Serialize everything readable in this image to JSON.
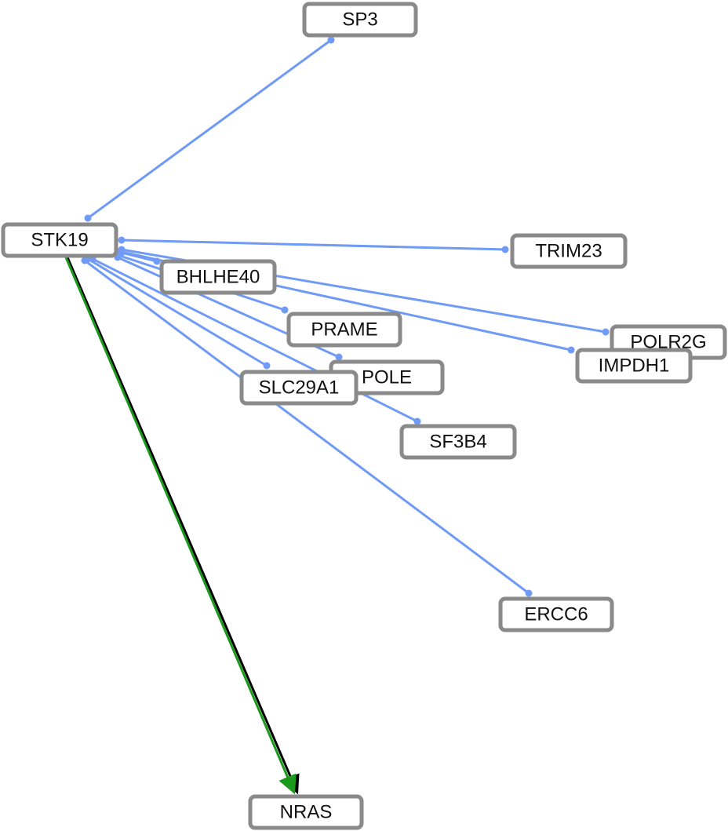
{
  "colors": {
    "interaction_edge": "#6f9af5",
    "regulation_edge_black": "#000000",
    "regulation_edge_green": "#1a9a1a",
    "node_border": "#8a8a8a",
    "node_fill": "#ffffff"
  },
  "nodes": [
    {
      "id": "SP3",
      "label": "SP3"
    },
    {
      "id": "STK19",
      "label": "STK19"
    },
    {
      "id": "TRIM23",
      "label": "TRIM23"
    },
    {
      "id": "BHLHE40",
      "label": "BHLHE40"
    },
    {
      "id": "PRAME",
      "label": "PRAME"
    },
    {
      "id": "POLR2G",
      "label": "POLR2G"
    },
    {
      "id": "IMPDH1",
      "label": "IMPDH1"
    },
    {
      "id": "POLE",
      "label": "POLE"
    },
    {
      "id": "SLC29A1",
      "label": "SLC29A1"
    },
    {
      "id": "SF3B4",
      "label": "SF3B4"
    },
    {
      "id": "ERCC6",
      "label": "ERCC6"
    },
    {
      "id": "NRAS",
      "label": "NRAS"
    }
  ],
  "edges": [
    {
      "source": "STK19",
      "target": "SP3",
      "kind": "interaction"
    },
    {
      "source": "STK19",
      "target": "TRIM23",
      "kind": "interaction"
    },
    {
      "source": "STK19",
      "target": "BHLHE40",
      "kind": "interaction"
    },
    {
      "source": "STK19",
      "target": "POLR2G",
      "kind": "interaction"
    },
    {
      "source": "STK19",
      "target": "IMPDH1",
      "kind": "interaction"
    },
    {
      "source": "STK19",
      "target": "PRAME",
      "kind": "interaction"
    },
    {
      "source": "STK19",
      "target": "POLE",
      "kind": "interaction"
    },
    {
      "source": "STK19",
      "target": "SLC29A1",
      "kind": "interaction"
    },
    {
      "source": "STK19",
      "target": "SF3B4",
      "kind": "interaction"
    },
    {
      "source": "STK19",
      "target": "ERCC6",
      "kind": "interaction"
    },
    {
      "source": "STK19",
      "target": "NRAS",
      "kind": "regulation-black"
    },
    {
      "source": "STK19",
      "target": "NRAS",
      "kind": "regulation-green"
    }
  ]
}
